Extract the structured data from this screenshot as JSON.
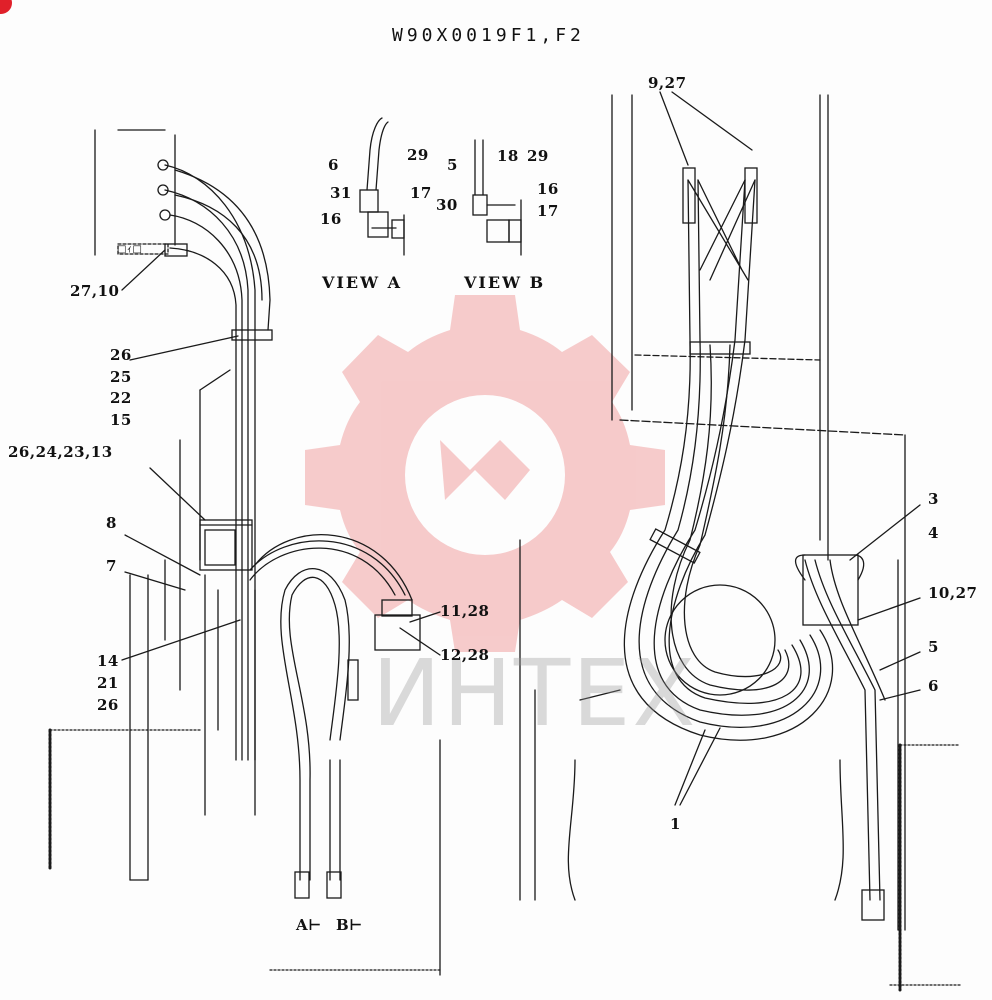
{
  "title": "W90X0019F1,F2",
  "watermark": {
    "text": "ИНТЕХ",
    "color": "#f2b4b4"
  },
  "view_a": {
    "label": "VIEW A",
    "callouts": [
      "6",
      "29",
      "31",
      "17",
      "16",
      "30"
    ]
  },
  "view_b": {
    "label": "VIEW B",
    "callouts": [
      "5",
      "18",
      "29",
      "16",
      "17"
    ]
  },
  "left_callouts": [
    "27,10",
    "26",
    "25",
    "22",
    "15",
    "26,24,23,13",
    "8",
    "7",
    "14",
    "21",
    "26",
    "11,28",
    "12,28"
  ],
  "port_labels": [
    "A⊢",
    "B⊢"
  ],
  "right_callouts": [
    "9,27",
    "3",
    "4",
    "10,27",
    "5",
    "6",
    "1"
  ],
  "side_fitting_text": "□ｨ□"
}
